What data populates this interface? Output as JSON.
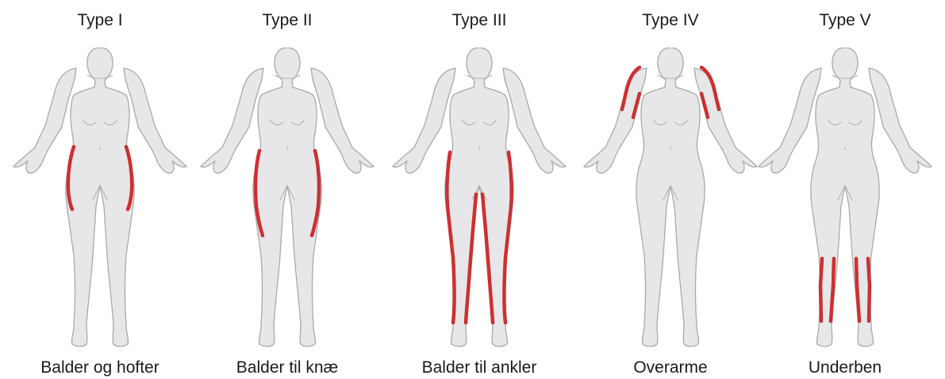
{
  "colors": {
    "body_fill": "#e7e7e9",
    "outline": "#a9a9ad",
    "highlight": "#cd3030"
  },
  "types": [
    {
      "label": "Type I",
      "caption": "Balder og hofter",
      "zone": "hips-thighs"
    },
    {
      "label": "Type II",
      "caption": "Balder til knæ",
      "zone": "hips-to-knees"
    },
    {
      "label": "Type III",
      "caption": "Balder til ankler",
      "zone": "hips-to-ankles"
    },
    {
      "label": "Type IV",
      "caption": "Overarme",
      "zone": "upper-arms"
    },
    {
      "label": "Type V",
      "caption": "Underben",
      "zone": "lower-legs"
    }
  ]
}
